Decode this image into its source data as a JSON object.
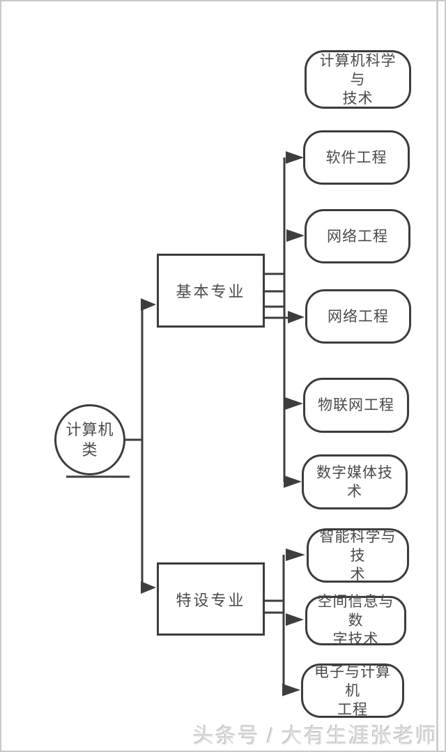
{
  "nodes": {
    "root": {
      "label": "计算机\n类",
      "shape": "circle"
    },
    "groups": [
      {
        "label": "基本专业",
        "shape": "rectangle"
      },
      {
        "label": "特设专业",
        "shape": "rectangle"
      }
    ],
    "leaves": [
      {
        "label": "计算机科学与\n技术",
        "group": "基本专业"
      },
      {
        "label": "软件工程",
        "group": "基本专业"
      },
      {
        "label": "网络工程",
        "group": "基本专业"
      },
      {
        "label": "网络工程",
        "group": "基本专业"
      },
      {
        "label": "物联网工程",
        "group": "基本专业"
      },
      {
        "label": "数字媒体技术",
        "group": "基本专业"
      },
      {
        "label": "智能科学与技\n术",
        "group": "特设专业"
      },
      {
        "label": "空间信息与数\n字技术",
        "group": "特设专业"
      },
      {
        "label": "电子与计算机\n工程",
        "group": "特设专业"
      }
    ]
  },
  "watermark": "头条号 / 大有生涯张老师",
  "colors": {
    "line": "#3d3d3d",
    "text": "#4a4a4a",
    "watermark": "#e0e0e0",
    "frame": "#c9c9c9",
    "background": "#ffffff"
  }
}
